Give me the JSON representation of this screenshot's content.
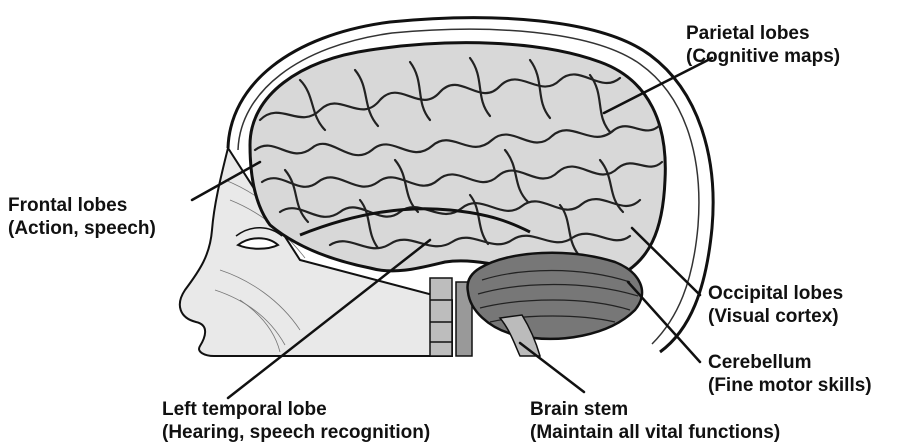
{
  "labels": {
    "parietal": {
      "name": "Parietal lobes",
      "desc": "(Cognitive maps)"
    },
    "frontal": {
      "name": "Frontal lobes",
      "desc": "(Action, speech)"
    },
    "occipital": {
      "name": "Occipital lobes",
      "desc": "(Visual cortex)"
    },
    "cerebellum": {
      "name": "Cerebellum",
      "desc": "(Fine motor skills)"
    },
    "temporal": {
      "name": "Left temporal lobe",
      "desc": "(Hearing, speech recognition)"
    },
    "brainstem": {
      "name": "Brain stem",
      "desc": "(Maintain all vital functions)"
    }
  },
  "colors": {
    "ink": "#111111",
    "skin": "#e9e9e9",
    "brain": "#d8d8d8",
    "cerebellum": "#777777"
  }
}
